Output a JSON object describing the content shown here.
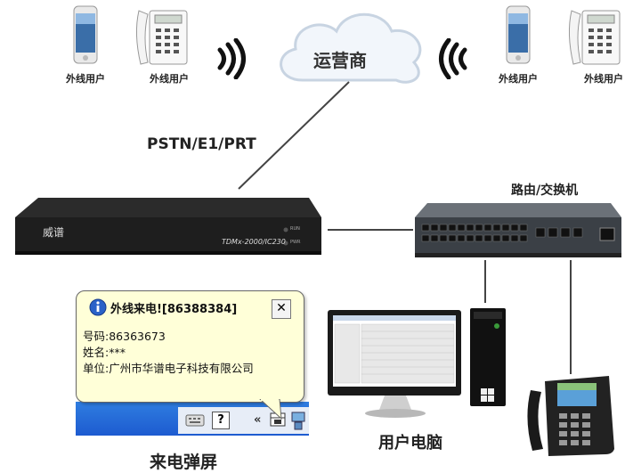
{
  "external_users": {
    "left_mobile_label": "外线用户",
    "left_phone_label": "外线用户",
    "right_mobile_label": "外线用户",
    "right_phone_label": "外线用户"
  },
  "cloud": {
    "label": "运营商"
  },
  "link": {
    "label": "PSTN/E1/PRT"
  },
  "switch": {
    "label": "路由/交换机"
  },
  "device": {
    "brand": "威谱",
    "model": "TDMx-2000/IC230",
    "led_run": "RUN",
    "led_pwr": "PWR"
  },
  "popup": {
    "title": "外线来电![86388384]",
    "number_line": "号码:86363673",
    "name_line": "姓名:***",
    "company_line": "单位:广州市华谱电子科技有限公司",
    "close_symbol": "✕"
  },
  "captions": {
    "popup_caption": "来电弹屏",
    "pc_caption": "用户电脑"
  },
  "colors": {
    "cloud_fill": "#f2f6fb",
    "cloud_stroke": "#c8d4e2",
    "device_body": "#1e1e1e",
    "switch_body": "#3b4046",
    "taskbar_blue": "#2a6ed8",
    "popup_bg": "#ffffd8"
  }
}
